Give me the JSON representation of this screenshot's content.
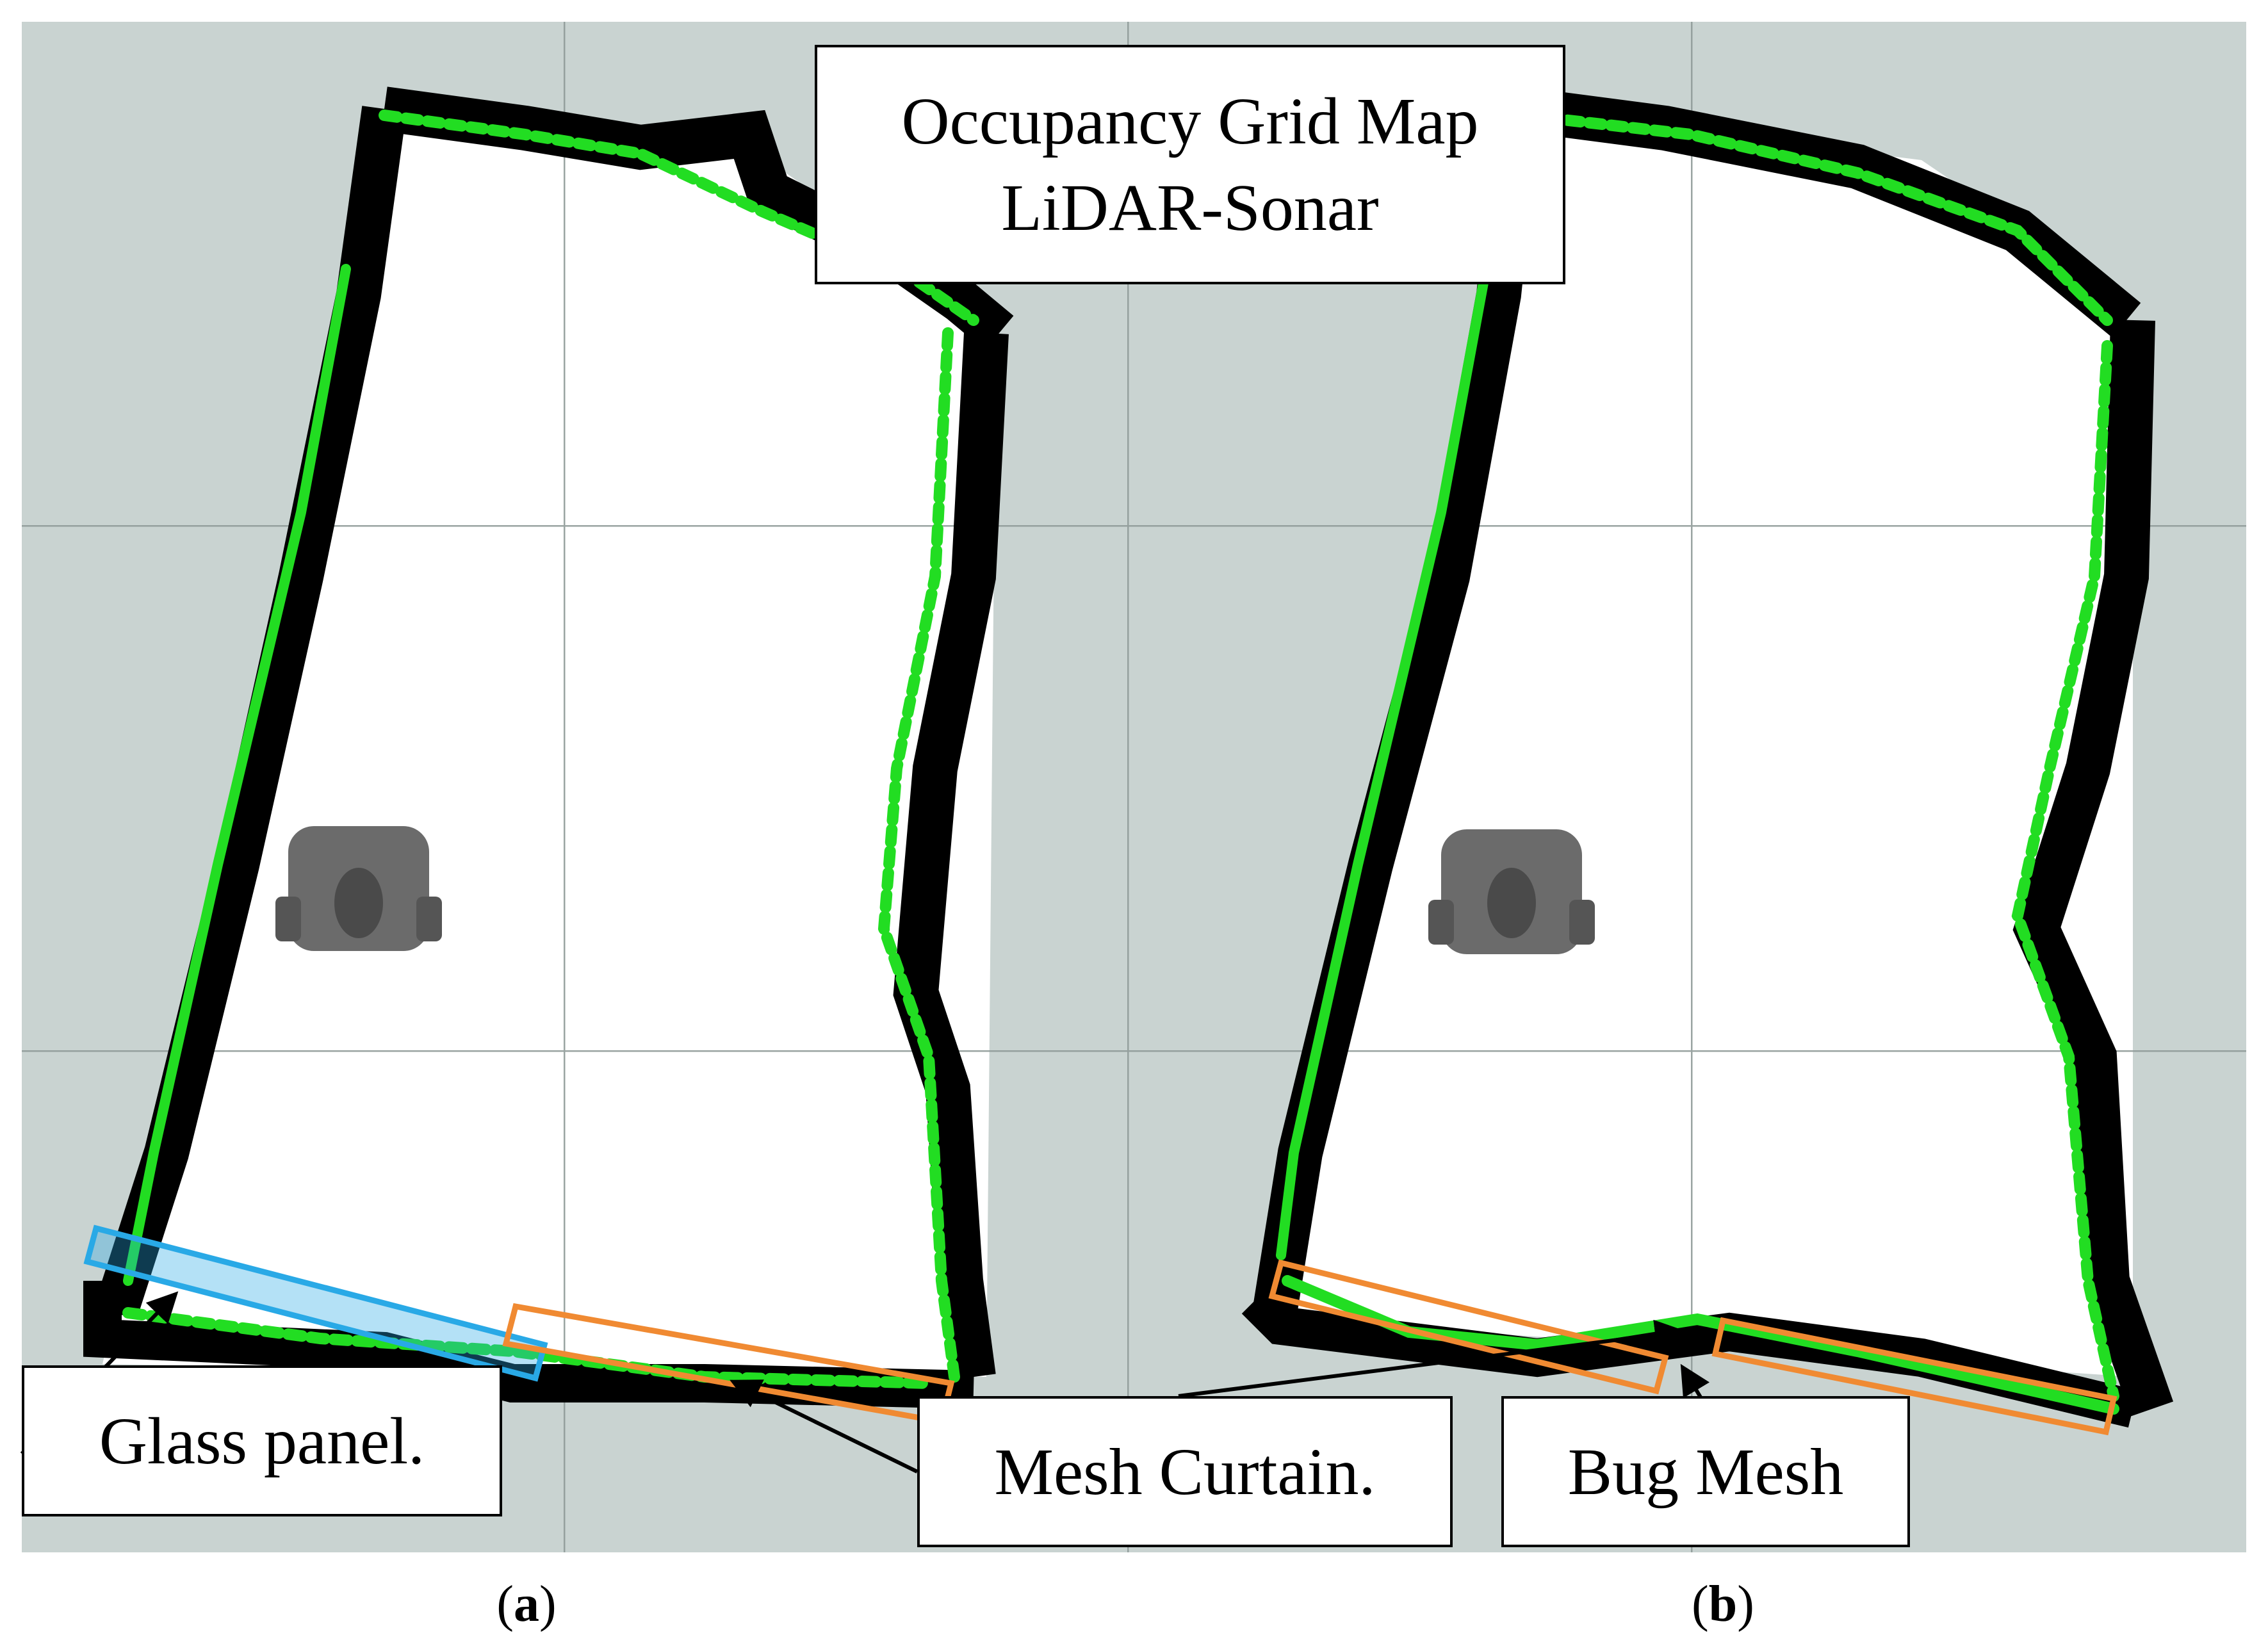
{
  "title": {
    "line1": "Occupancy Grid Map",
    "line2": "LiDAR-Sonar"
  },
  "callouts": {
    "glass": "Glass panel.",
    "mesh": "Mesh Curtain.",
    "bug": "Bug Mesh"
  },
  "panels": [
    {
      "letter": "a"
    },
    {
      "letter": "b"
    }
  ],
  "colors": {
    "background_unknown": "#c9d3d1",
    "free_space": "#ffffff",
    "occupied": "#000000",
    "sonar_points": "#22dd22",
    "grid_lines": "#8f9a98",
    "glass_highlight": "#29a9e6",
    "mesh_highlight": "#f08a32",
    "robot": "#6b6b6b"
  },
  "icons": [
    "robot-icon",
    "arrow-icon"
  ]
}
